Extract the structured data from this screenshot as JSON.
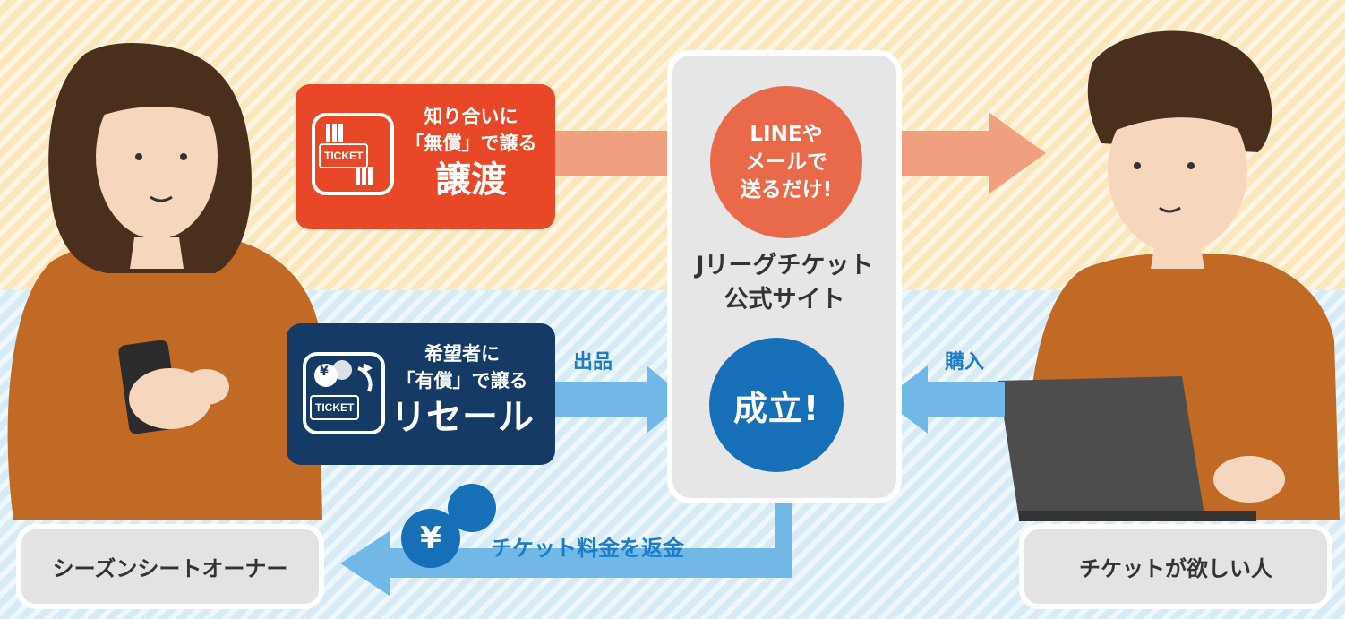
{
  "colors": {
    "accent_red": "#e84828",
    "accent_navy": "#163a66",
    "accent_blue": "#176fb8",
    "arrow_salmon": "#f0a080",
    "arrow_light_blue": "#72b8e6",
    "bg_top": "#fbe7bc",
    "bg_bottom": "#d6ebf6"
  },
  "transfer": {
    "line1": "知り合いに",
    "line2": "「無償」で譲る",
    "title": "譲渡",
    "icon": "ticket-hand-icon",
    "icon_text": "TICKET"
  },
  "resale": {
    "line1": "希望者に",
    "line2": "「有償」で譲る",
    "title": "リセール",
    "icon": "ticket-coin-icon",
    "icon_text": "TICKET",
    "coin_symbol": "¥"
  },
  "line_circle": {
    "line1": "LINEや",
    "line2": "メールで",
    "line3": "送るだけ!"
  },
  "site": {
    "line1": "Jリーグチケット",
    "line2": "公式サイト"
  },
  "success_circle": {
    "label": "成立!"
  },
  "flow": {
    "list_label": "出品",
    "buy_label": "購入",
    "refund_label": "チケット料金を返金",
    "refund_symbol": "¥"
  },
  "roles": {
    "owner": "シーズンシートオーナー",
    "buyer": "チケットが欲しい人"
  }
}
